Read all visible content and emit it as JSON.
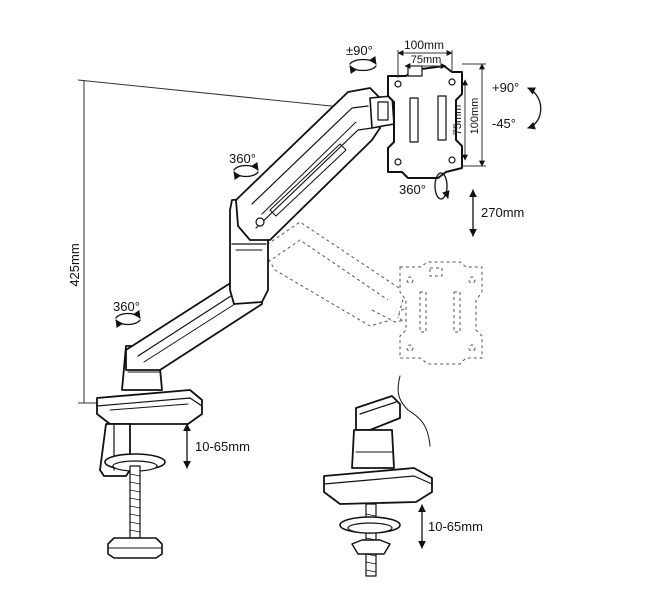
{
  "labels": {
    "rotate_top": "±90°",
    "vesa_outer": "100mm",
    "vesa_inner": "75mm",
    "vesa_inner_v": "75mm",
    "vesa_outer_v": "100mm",
    "tilt_up": "+90°",
    "tilt_down": "-45°",
    "swivel_upper_arm": "360°",
    "swivel_head": "360°",
    "swivel_base": "360°",
    "height_travel": "270mm",
    "max_height": "425mm",
    "clamp_range": "10-65mm",
    "grommet_range": "10-65mm"
  },
  "colors": {
    "line": "#111111",
    "ghost": "#555555",
    "background": "#ffffff"
  }
}
